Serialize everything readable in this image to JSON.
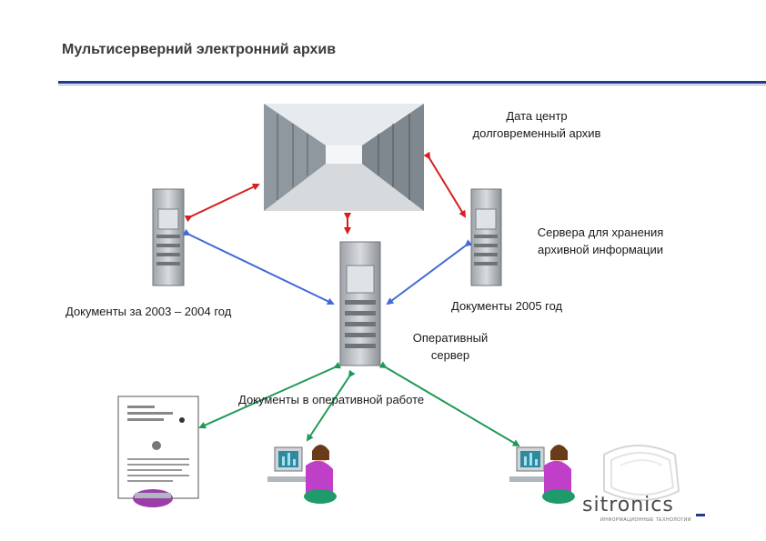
{
  "title": "Мультисерверний электронний архив",
  "nodes": {
    "datacenter": {
      "line1": "Дата центр",
      "line2": "долговременный архив"
    },
    "storage_servers": {
      "line1": "Сервера для хранения",
      "line2": "архивной информации"
    },
    "docs_2003_2004": "Документы за 2003 – 2004 год",
    "docs_2005": "Документы 2005 год",
    "operational_server": {
      "line1": "Оперативный",
      "line2": "сервер"
    },
    "docs_in_work": "Документы в оперативной работе"
  },
  "colors": {
    "brand_blue": "#1f3d8c",
    "arrow_red": "#d41f1f",
    "arrow_blue": "#3f6ad8",
    "arrow_green": "#1f9a55"
  },
  "logo": {
    "word": "sitronics",
    "tagline": "ИНФОРМАЦИОННЫЕ ТЕХНОЛОГИИ"
  }
}
